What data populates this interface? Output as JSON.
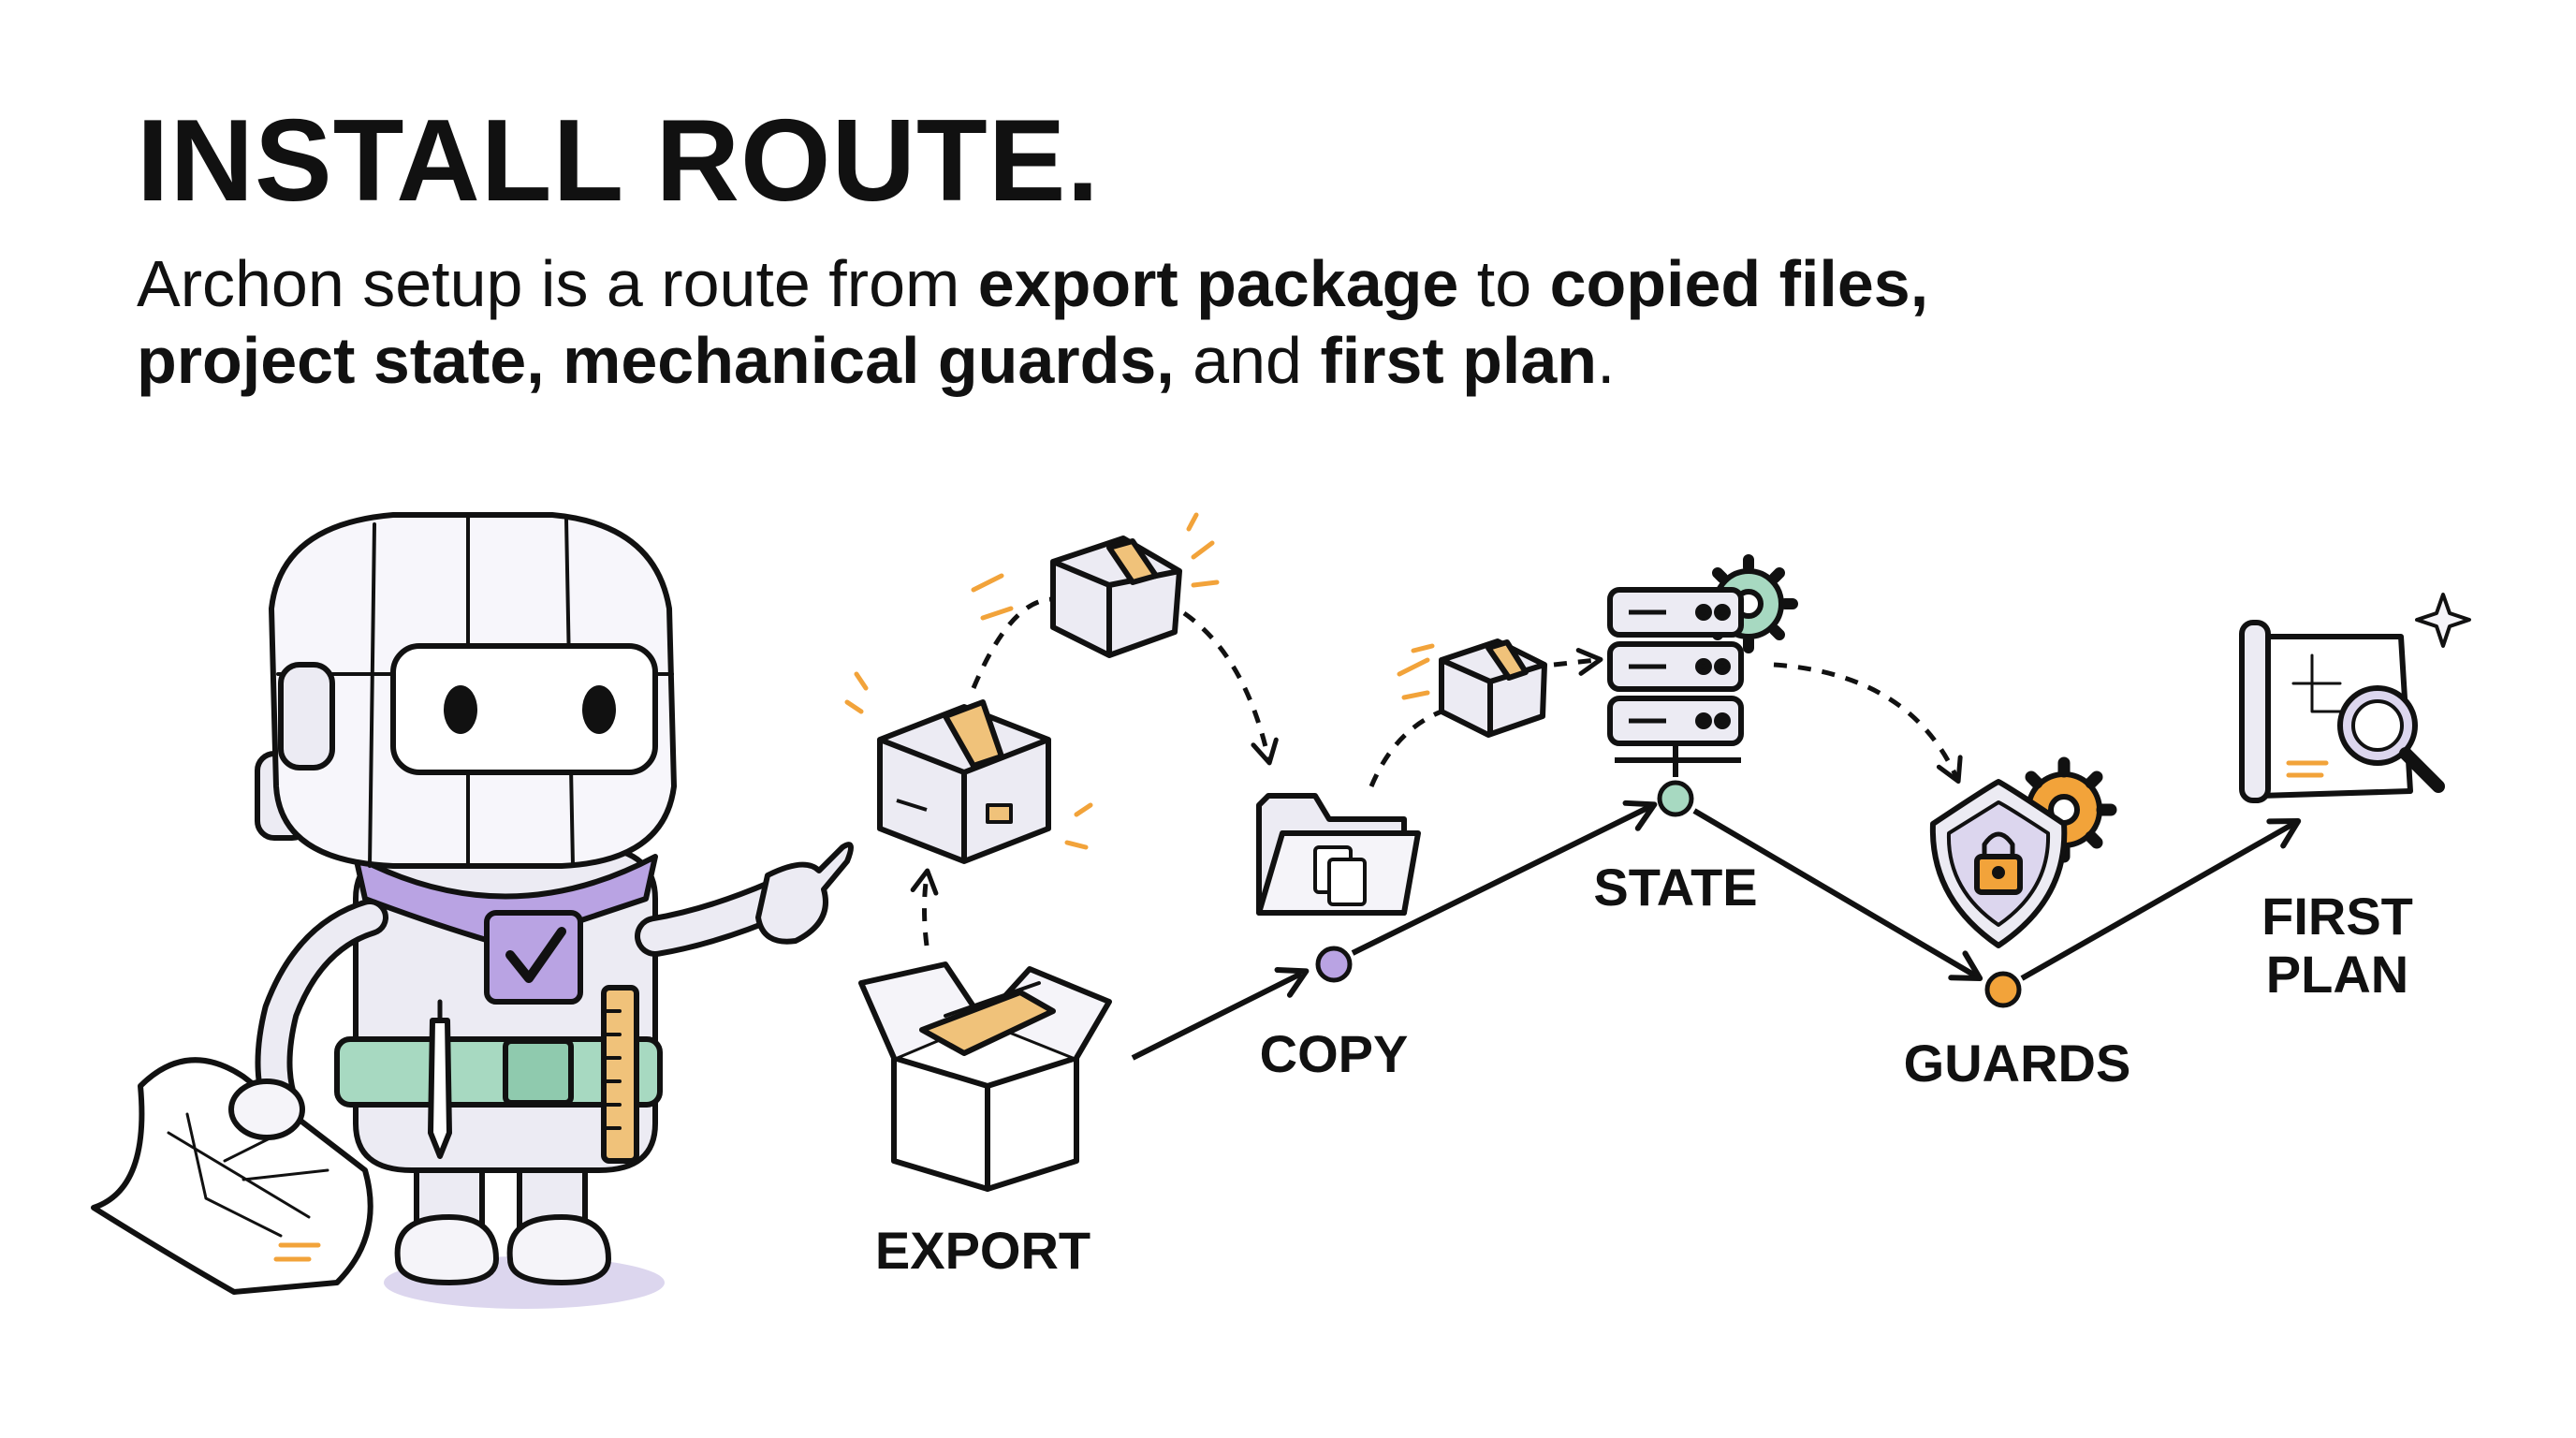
{
  "title": "INSTALL ROUTE.",
  "subtitle": {
    "p1": "Archon setup is a route from ",
    "b1": "export package",
    "p2": " to ",
    "b2": "copied files,",
    "p3": " ",
    "b3": "project state, mechanical guards,",
    "p4": " and ",
    "b4": "first plan",
    "p5": "."
  },
  "stages": {
    "export": "EXPORT",
    "copy": "COPY",
    "state": "STATE",
    "guards": "GUARDS",
    "first_plan_line1": "FIRST",
    "first_plan_line2": "PLAN"
  },
  "icons": {
    "robot": "robot-mascot-icon",
    "box": "package-box-icon",
    "folder": "folder-icon",
    "server": "server-stack-icon",
    "shield": "shield-lock-icon",
    "plan": "blueprint-search-icon"
  },
  "colors": {
    "ink": "#111111",
    "purple_accent": "#b9a3e3",
    "green_accent": "#a7d9c1",
    "orange_accent": "#f2a33a",
    "cardboard_tape": "#f0c27a",
    "body_gray": "#ecebf3"
  }
}
